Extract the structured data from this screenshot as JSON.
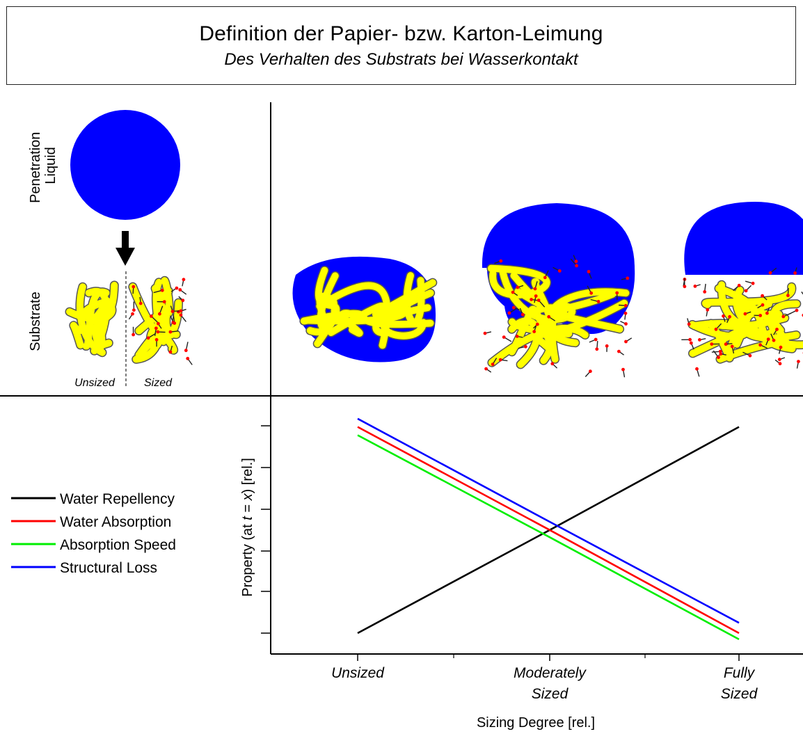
{
  "header": {
    "title": "Definition der Papier- bzw. Karton-Leimung",
    "subtitle": "Des Verhalten des Substrats bei Wasserkontakt"
  },
  "left_panel": {
    "label_liquid": [
      "Penetration",
      "Liquid"
    ],
    "label_substrate": "Substrate",
    "label_unsized": "Unsized",
    "label_sized": "Sized"
  },
  "colors": {
    "liquid": "#0000ff",
    "fiber": "#ffff00",
    "fiber_outline": "#555555",
    "sizing_dot": "#ff0000"
  },
  "legend": {
    "items": [
      {
        "label": "Water Repellency",
        "color": "#000000"
      },
      {
        "label": "Water Absorption",
        "color": "#ff0000"
      },
      {
        "label": "Absorption Speed",
        "color": "#00ee00"
      },
      {
        "label": "Structural Loss",
        "color": "#0000ff"
      }
    ]
  },
  "chart_data": {
    "type": "line",
    "categories": [
      "Unsized",
      "Moderately Sized",
      "Fully Sized"
    ],
    "category_lines": [
      [
        "Unsized"
      ],
      [
        "Moderately",
        "Sized"
      ],
      [
        "Fully",
        "Sized"
      ]
    ],
    "xlabel": "Sizing Degree [rel.]",
    "ylabel_parts": [
      "Property (at ",
      "t",
      " = ",
      "x",
      ") [rel.]"
    ],
    "ylim": [
      0,
      1.1
    ],
    "grid": false,
    "legend_position": "left",
    "series": [
      {
        "name": "Water Repellency",
        "color": "#000000",
        "values": [
          0.0,
          0.5,
          1.0
        ]
      },
      {
        "name": "Water Absorption",
        "color": "#ff0000",
        "values": [
          1.0,
          0.5,
          0.0
        ]
      },
      {
        "name": "Absorption Speed",
        "color": "#00ee00",
        "values": [
          0.96,
          0.465,
          -0.03
        ]
      },
      {
        "name": "Structural Loss",
        "color": "#0000ff",
        "values": [
          1.04,
          0.54,
          0.05
        ]
      }
    ]
  }
}
